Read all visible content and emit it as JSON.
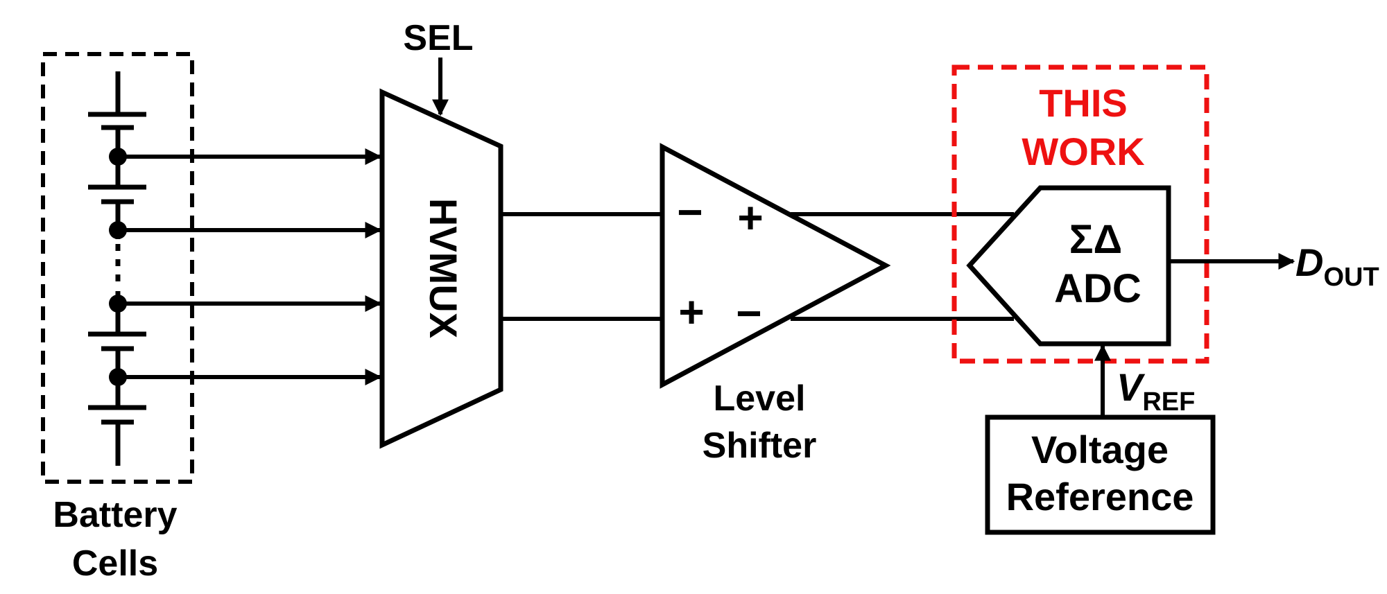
{
  "battery": {
    "label_line1": "Battery",
    "label_line2": "Cells"
  },
  "mux": {
    "label": "HVMUX",
    "select_label": "SEL"
  },
  "level_shifter": {
    "label_line1": "Level",
    "label_line2": "Shifter",
    "in_top_sign": "−",
    "out_top_sign": "+",
    "in_bottom_sign": "+",
    "out_bottom_sign": "−"
  },
  "adc": {
    "label_line1": "ΣΔ",
    "label_line2": "ADC"
  },
  "highlight": {
    "label_line1": "THIS",
    "label_line2": "WORK",
    "color": "#ee1111"
  },
  "output": {
    "main": "D",
    "sub": "OUT"
  },
  "vref": {
    "main": "V",
    "sub": "REF"
  },
  "voltage_reference": {
    "label_line1": "Voltage",
    "label_line2": "Reference"
  }
}
